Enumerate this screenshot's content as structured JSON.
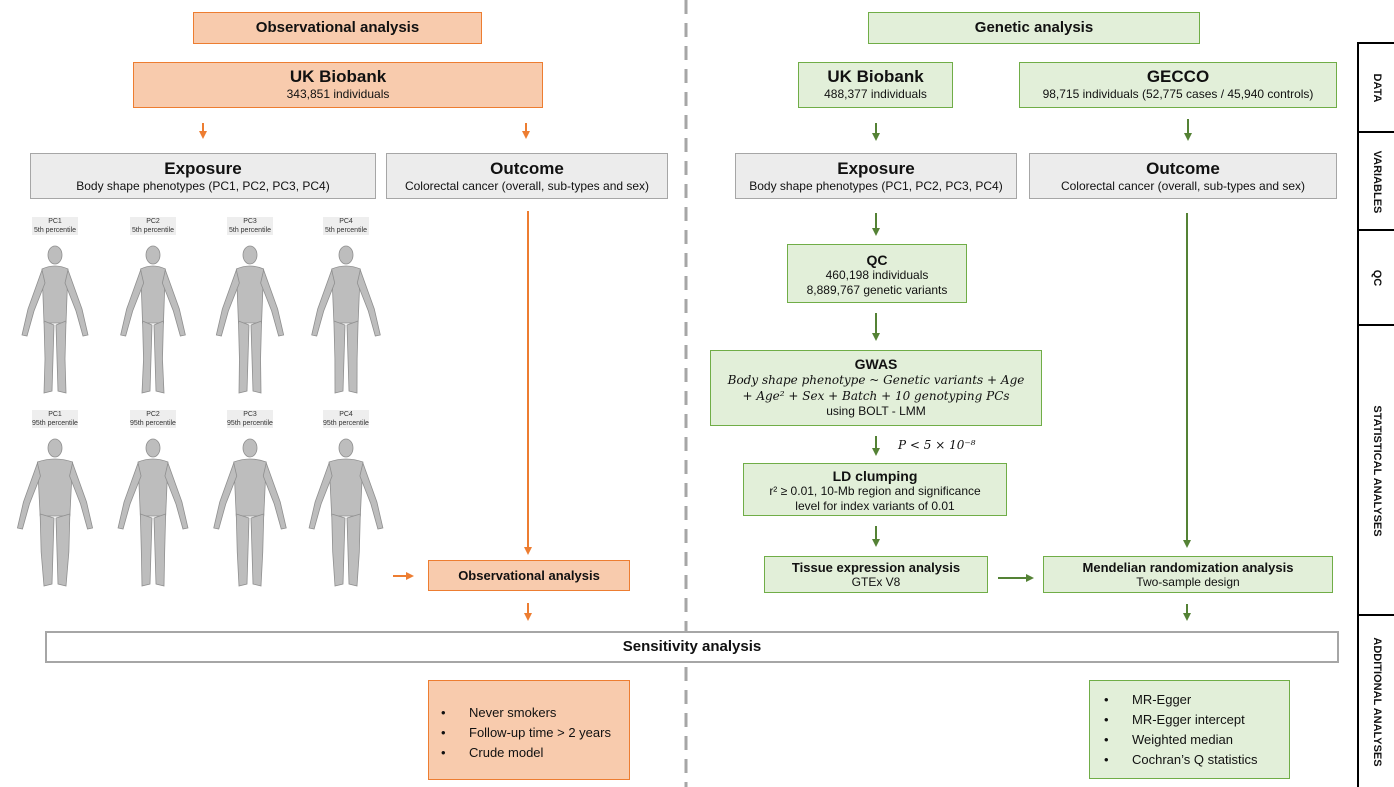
{
  "observational": {
    "header": "Observational analysis",
    "biobank": {
      "title": "UK Biobank",
      "sub": "343,851 individuals"
    },
    "exposure": {
      "title": "Exposure",
      "sub": "Body shape phenotypes (PC1, PC2, PC3, PC4)"
    },
    "outcome": {
      "title": "Outcome",
      "sub": "Colorectal cancer (overall, sub-types and sex)"
    },
    "analysis": "Observational analysis",
    "sensitivity_items": [
      "Never smokers",
      "Follow-up time > 2 years",
      "Crude model"
    ]
  },
  "figures": [
    {
      "pc": "PC1",
      "pct": "5th percentile"
    },
    {
      "pc": "PC2",
      "pct": "5th percentile"
    },
    {
      "pc": "PC3",
      "pct": "5th percentile"
    },
    {
      "pc": "PC4",
      "pct": "5th percentile"
    },
    {
      "pc": "PC1",
      "pct": "95th percentile"
    },
    {
      "pc": "PC2",
      "pct": "95th percentile"
    },
    {
      "pc": "PC3",
      "pct": "95th percentile"
    },
    {
      "pc": "PC4",
      "pct": "95th percentile"
    }
  ],
  "genetic": {
    "header": "Genetic analysis",
    "biobank": {
      "title": "UK Biobank",
      "sub": "488,377 individuals"
    },
    "gecco": {
      "title": "GECCO",
      "sub": "98,715 individuals (52,775 cases / 45,940 controls)"
    },
    "exposure": {
      "title": "Exposure",
      "sub": "Body shape phenotypes (PC1, PC2, PC3, PC4)"
    },
    "outcome": {
      "title": "Outcome",
      "sub": "Colorectal cancer (overall, sub-types and sex)"
    },
    "qc": {
      "title": "QC",
      "line1": "460,198 individuals",
      "line2": "8,889,767 genetic variants"
    },
    "gwas": {
      "title": "GWAS",
      "formula1": "Body shape phenotype ~ Genetic variants + Age",
      "formula2": "+ Age² + Sex + Batch + 10 genotyping PCs",
      "line3": "using BOLT - LMM"
    },
    "threshold": "P < 5 × 10⁻⁸",
    "ld": {
      "title": "LD clumping",
      "line1": "r² ≥ 0.01, 10-Mb region and significance",
      "line2": "level for index variants of 0.01"
    },
    "tissue": {
      "title": "Tissue expression analysis",
      "sub": "GTEx V8"
    },
    "mr": {
      "title": "Mendelian randomization analysis",
      "sub": "Two-sample design"
    },
    "sensitivity_items": [
      "MR-Egger",
      "MR-Egger intercept",
      "Weighted median",
      "Cochran’s Q statistics"
    ]
  },
  "sensitivity": "Sensitivity analysis",
  "sidebar": [
    "DATA",
    "VARIABLES",
    "QC",
    "STATISTICAL ANALYSES",
    "ADDITIONAL ANALYSES"
  ],
  "colors": {
    "orange_arrow": "#ed7d31",
    "green_arrow": "#548235",
    "divider": "#a6a6a6"
  }
}
